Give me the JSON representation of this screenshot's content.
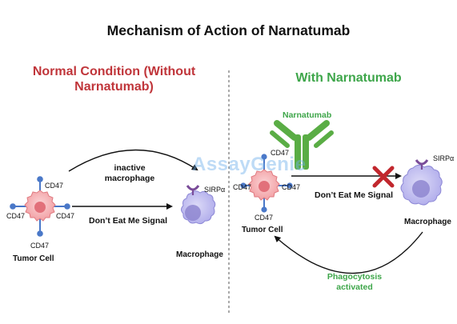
{
  "title": "Mechanism of Action of Narnatumab",
  "left_panel": {
    "heading": "Normal Condition (Without Narnatumab)",
    "receptor_label": "CD47",
    "tumor_label": "Tumor Cell",
    "arrow_label": "inactive macrophage",
    "signal_label": "Don’t Eat Me Signal",
    "sirp_label": "SIRPα",
    "macrophage_label": "Macrophage"
  },
  "right_panel": {
    "heading": "With Narnatumab",
    "antibody_label": "Narnatumab",
    "receptor_label": "CD47",
    "tumor_label": "Tumor Cell",
    "signal_label": "Don’t Eat Me Signal",
    "sirp_label": "SIRPα",
    "macrophage_label": "Macrophage",
    "phagocytosis_label": "Phagocytosis activated"
  },
  "watermark": "AssayGenie",
  "colors": {
    "left_heading": "#c0353a",
    "right_heading": "#3ea64a",
    "tumor_cell": "#f2a0a4",
    "macrophage": "#b9b6ec",
    "receptor": "#4a78c8",
    "sirp_alpha": "#7a4c99",
    "antibody": "#5aad45",
    "block_cross": "#c1272d"
  }
}
